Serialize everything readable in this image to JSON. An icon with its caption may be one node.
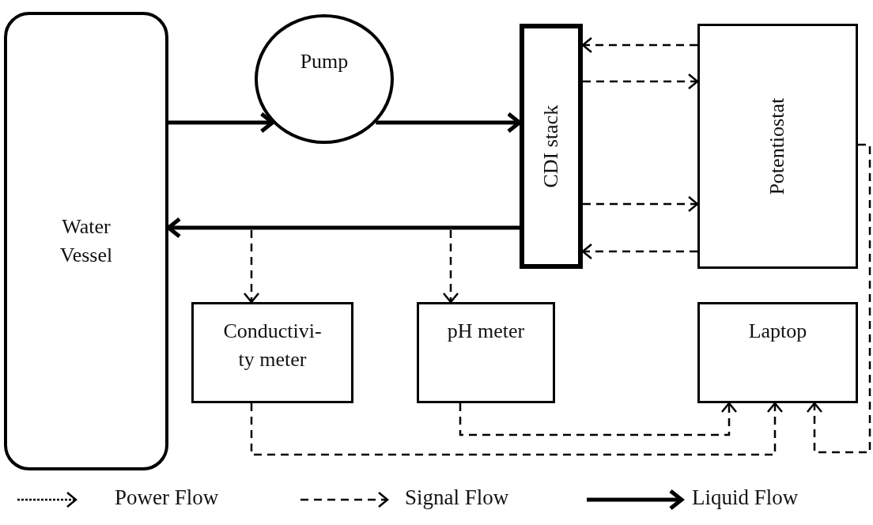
{
  "diagram": {
    "nodes": [
      {
        "text": [
          "Water Vessel"
        ]
      },
      {
        "text": [
          "Pump"
        ]
      },
      {
        "text": [
          "CDI stack"
        ]
      },
      {
        "text": [
          "Potentiostat"
        ]
      },
      {
        "text": [
          "Conductivi- ty meter"
        ]
      },
      {
        "text": [
          "pH meter"
        ]
      },
      {
        "text": [
          "Laptop"
        ]
      }
    ],
    "edges": [
      {
        "from": 0,
        "to": 1,
        "arrow": "to",
        "style": "thick"
      },
      {
        "from": 1,
        "to": 2,
        "arrow": "to",
        "style": "thick"
      },
      {
        "from": 2,
        "to": 0,
        "arrow": "to",
        "style": "thick"
      },
      {
        "from": null,
        "to": 4,
        "arrow": "to",
        "style": "dashed"
      },
      {
        "from": null,
        "to": 5,
        "arrow": "to",
        "style": "dashed"
      },
      {
        "from": 3,
        "to": 2,
        "arrow": "to",
        "style": "dashed"
      },
      {
        "from": 2,
        "to": 3,
        "arrow": "to",
        "style": "dashed"
      },
      {
        "from": 2,
        "to": 3,
        "arrow": "to",
        "style": "dashed"
      },
      {
        "from": 3,
        "to": 2,
        "arrow": "to",
        "style": "dashed"
      },
      {
        "from": 5,
        "to": 6,
        "arrow": "to",
        "style": "dashed"
      },
      {
        "from": 4,
        "to": 6,
        "arrow": "to",
        "style": "dashed"
      },
      {
        "from": 3,
        "to": 6,
        "arrow": "to",
        "style": "dashed"
      }
    ],
    "legend": [
      {
        "text": "Power Flow"
      },
      {
        "text": "Signal Flow"
      },
      {
        "text": "Liquid Flow"
      }
    ]
  }
}
